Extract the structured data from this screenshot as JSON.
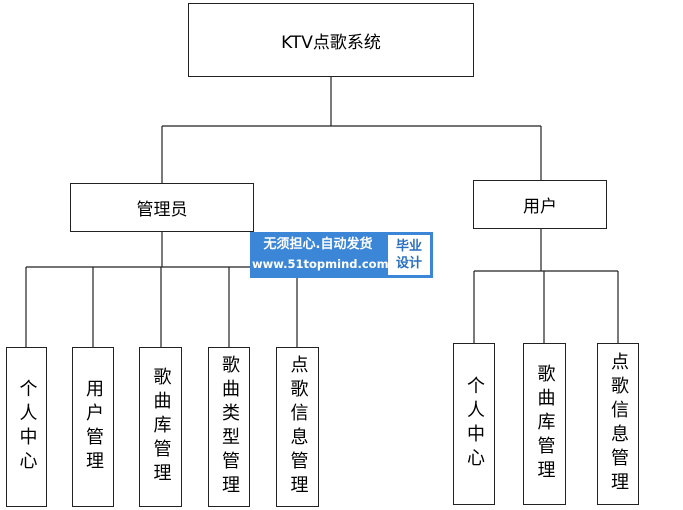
{
  "diagram": {
    "root": {
      "label": "KTV点歌系统"
    },
    "admin": {
      "label": "管理员",
      "children": [
        "个人中心",
        "用户管理",
        "歌曲库管理",
        "歌曲类型管理",
        "点歌信息管理"
      ]
    },
    "user": {
      "label": "用户",
      "children": [
        "个人中心",
        "歌曲库管理",
        "点歌信息管理"
      ]
    }
  },
  "watermark": {
    "line1": "无须担心.自动发货",
    "line2": "www.51topmind.com",
    "tag_line1": "毕业",
    "tag_line2": "设计"
  },
  "colors": {
    "line": "#222222",
    "watermark_bg": "#3b86d6",
    "watermark_tag_text": "#2a6fc0"
  }
}
